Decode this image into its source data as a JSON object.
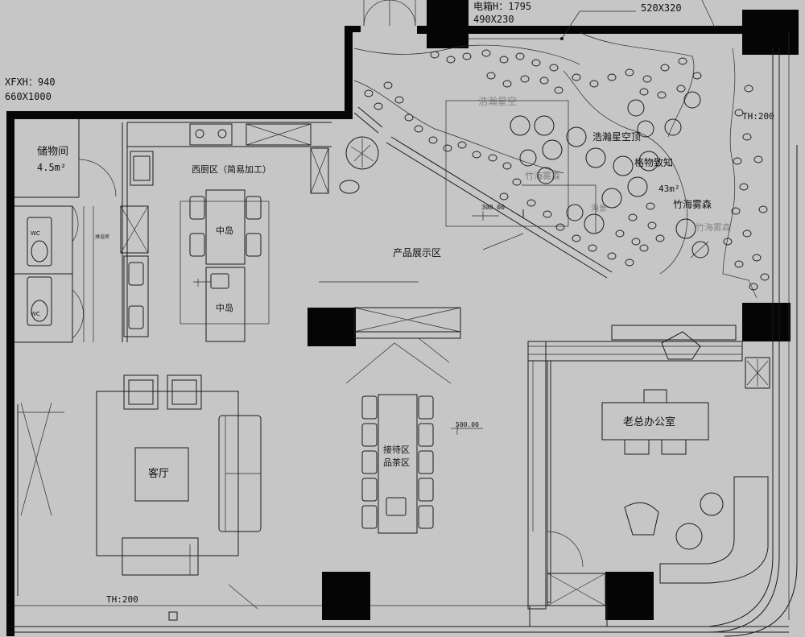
{
  "rooms": {
    "storage": "储物间",
    "storage_area": "4.5m²",
    "wc1": "WC",
    "wc2": "WC",
    "west_kitchen": "西厨区（简易加工）",
    "island1": "中岛",
    "island2": "中岛",
    "product_area": "产品展示区",
    "living": "客厅",
    "reception_1": "接待区",
    "reception_2": "品茶区",
    "boss_office": "老总办公室",
    "ceiling": "浩瀚星空顶",
    "gewu": "格物致知",
    "area_43": "43m²",
    "bamboo": "竹海雾森"
  },
  "dims": {
    "xfxh": "XFXH：940",
    "xfxh_size": "660X1000",
    "dianxiang": "电箱H：1795",
    "dianxiang_size": "490X230",
    "top_right_size": "520X320",
    "th_right": "TH:200",
    "th_bottom": "TH:200",
    "level_300": "300.00",
    "level_500": "500.00"
  },
  "faint_labels": {
    "ceiling_2": "浩瀚星空",
    "bamboo_2": "竹海雾森",
    "left_note": "竹海雾森",
    "ocean": "海景"
  },
  "colors": {
    "background": "#c6c6c6",
    "wall": "#050505",
    "line": "#1a1a1a"
  }
}
